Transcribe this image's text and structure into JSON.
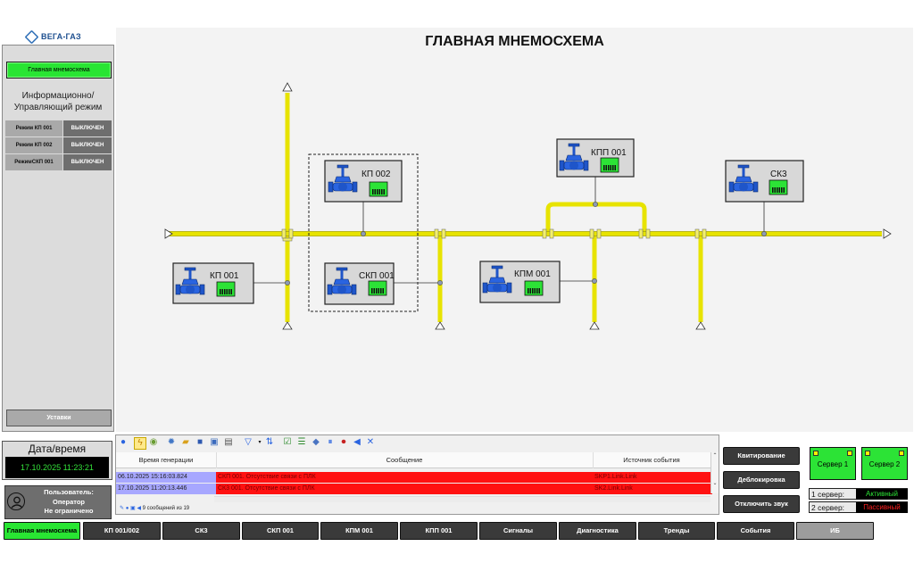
{
  "logo": {
    "text": "ВЕГА-ГАЗ"
  },
  "sidebar": {
    "main_button": "Главная мнемосхема",
    "mode_title_1": "Информационно/",
    "mode_title_2": "Управляющий режим",
    "modes": [
      {
        "label": "Режим КП 001",
        "state": "ВЫКЛЮЧЕН"
      },
      {
        "label": "Режим КП 002",
        "state": "ВЫКЛЮЧЕН"
      },
      {
        "label": "РежимСКП 001",
        "state": "ВЫКЛЮЧЕН"
      }
    ],
    "settings_button": "Уставки"
  },
  "scheme": {
    "title": "ГЛАВНАЯ МНЕМОСХЕМА",
    "nodes": {
      "kp002": "КП 002",
      "kpp001": "КПП 001",
      "sk3": "СК3",
      "kp001": "КП 001",
      "skp001": "СКП 001",
      "kpm001": "КПМ 001"
    }
  },
  "datetime": {
    "label": "Дата/время",
    "value": "17.10.2025 11:23:21"
  },
  "user": {
    "line1": "Пользователь:",
    "line2": "Оператор",
    "line3": "Не ограничено"
  },
  "events": {
    "columns": [
      "Время генерации",
      "Сообщение",
      "Источник события"
    ],
    "rows": [
      {
        "time": "06.10.2025 15:16:03.824",
        "message": "СКП 001. Отсутствие связи с ПЛК",
        "source": "SKP1.Link.Link"
      },
      {
        "time": "17.10.2025 11:20:13.446",
        "message": "СК3 001. Отсутствие связи с ПЛК",
        "source": "SK2.Link.Link"
      }
    ],
    "status": "9 сообщений из 19"
  },
  "actions": {
    "ack": "Квитирование",
    "unblock": "Деблокировка",
    "mute": "Отключить звук"
  },
  "servers": {
    "s1": "Сервер 1",
    "s2": "Сервер 2",
    "row1_label": "1 сервер:",
    "row1_value": "Активный",
    "row2_label": "2 сервер:",
    "row2_value": "Пассивный",
    "active_color": "#2ce336",
    "passive_color": "#ff2020"
  },
  "nav": [
    "Главная мнемосхема",
    "КП 001/002",
    "СК3",
    "СКП 001",
    "КПМ 001",
    "КПП 001",
    "Сигналы",
    "Диагностика",
    "Тренды",
    "События",
    "ИБ"
  ]
}
